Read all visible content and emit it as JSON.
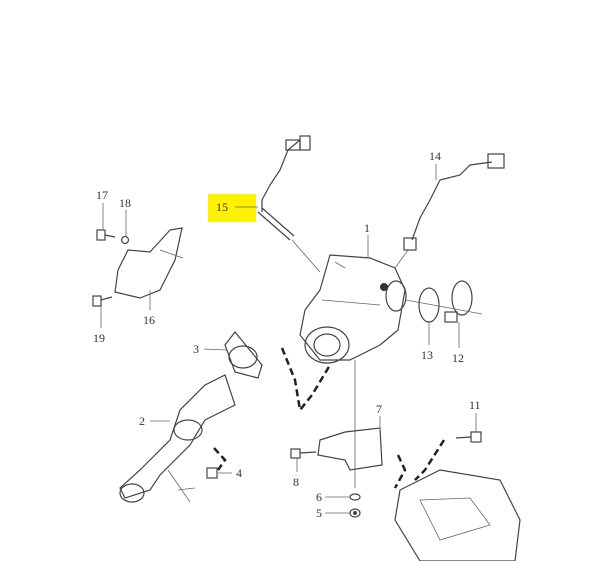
{
  "diagram": {
    "highlight_color": "#FFF200",
    "highlighted_label": "15",
    "callouts": [
      {
        "id": "1",
        "label": "1"
      },
      {
        "id": "2",
        "label": "2"
      },
      {
        "id": "3",
        "label": "3"
      },
      {
        "id": "4",
        "label": "4"
      },
      {
        "id": "5",
        "label": "5"
      },
      {
        "id": "6",
        "label": "6"
      },
      {
        "id": "7",
        "label": "7"
      },
      {
        "id": "8",
        "label": "8"
      },
      {
        "id": "11",
        "label": "11"
      },
      {
        "id": "12",
        "label": "12"
      },
      {
        "id": "13",
        "label": "13"
      },
      {
        "id": "14",
        "label": "14"
      },
      {
        "id": "15",
        "label": "15"
      },
      {
        "id": "16",
        "label": "16"
      },
      {
        "id": "17",
        "label": "17"
      },
      {
        "id": "18",
        "label": "18"
      },
      {
        "id": "19",
        "label": "19"
      }
    ]
  }
}
